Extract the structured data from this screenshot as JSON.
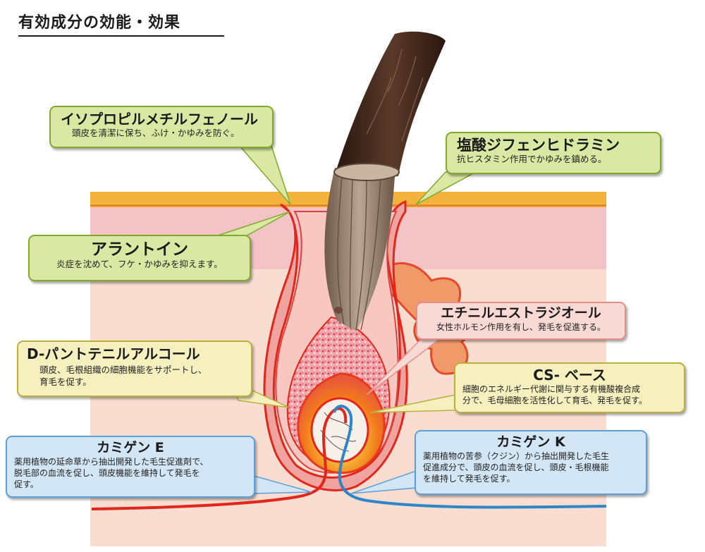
{
  "title": "有効成分の効能・効果",
  "callouts": {
    "ipmp": {
      "name": "イソプロピルメチルフェノール",
      "desc": "頭皮を清潔に保ち、ふけ・かゆみを防ぐ。"
    },
    "diphen": {
      "name": "塩酸ジフェンヒドラミン",
      "desc": "抗ヒスタミン作用でかゆみを鎮める。"
    },
    "allant": {
      "name": "アラントイン",
      "desc": "炎症を沈めて、フケ・かゆみを抑えます。"
    },
    "ethinyl": {
      "name": "エチニルエストラジオール",
      "desc": "女性ホルモン作用を有し、発毛を促進する。"
    },
    "panth": {
      "name": "D-パントテニルアルコール",
      "desc1": "頭皮、毛根組織の細胞機能をサポートし、",
      "desc2": "育毛を促す。"
    },
    "csbase": {
      "name": "CS- ベース",
      "desc1": "細胞のエネルギー代謝に関与する有機酸複合成",
      "desc2": "分で、毛母細胞を活性化して育毛、発毛を促す。"
    },
    "kamigenE": {
      "name": "カミゲン E",
      "desc1": "薬用植物の延命草から抽出開発した毛生促進剤で、",
      "desc2": "脱毛部の血流を促し、頭皮機能を維持して発毛を",
      "desc3": "促す。"
    },
    "kamigenK": {
      "name": "カミゲン K",
      "desc1": "薬用植物の苦参（クジン）から抽出開発した毛生",
      "desc2": "促進成分で、頭皮の血流を促し、頭皮・毛根機能",
      "desc3": "を維持して発毛を促す。"
    }
  },
  "colors": {
    "epidermis": "#f2b43c",
    "dermis": "#f3c3c6",
    "subcutis": "#f8ddd0",
    "hair_dark": "#3a2218",
    "hair_shaft": "#8a7462",
    "papilla": "#f5b23a",
    "vessel_red": "#e2261c",
    "vessel_blue": "#2e86c8"
  }
}
